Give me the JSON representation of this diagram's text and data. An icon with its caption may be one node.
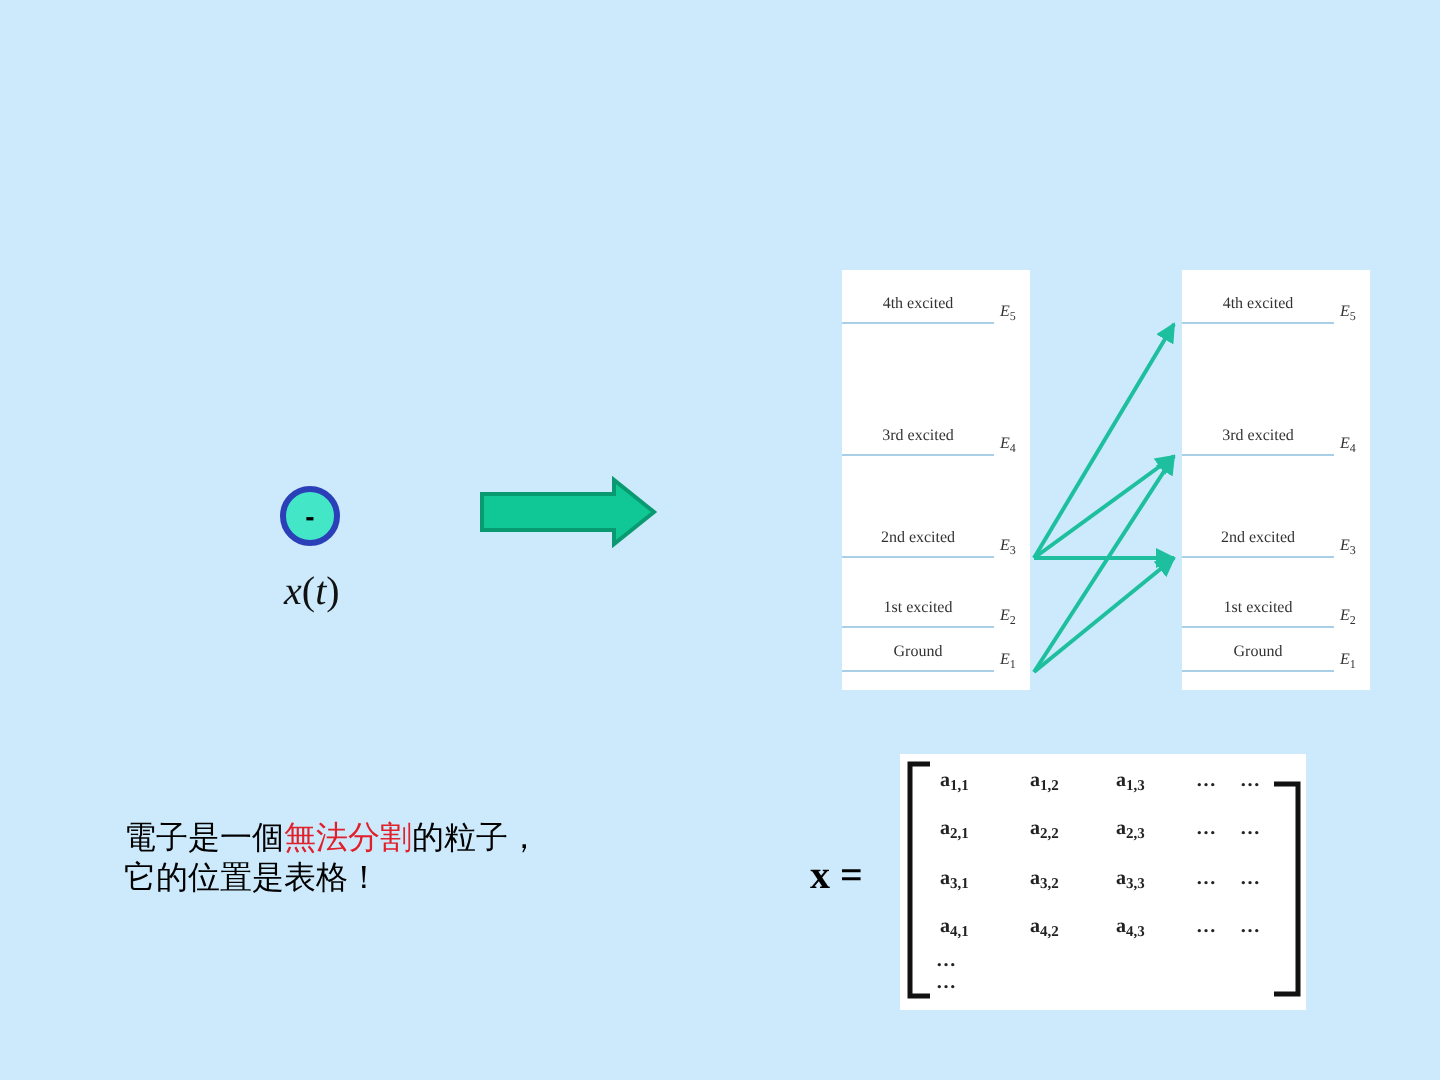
{
  "diagram": {
    "nodes": [
      {
        "text": [
          "-"
        ],
        "beside": [
          "*x*(*t*)"
        ]
      },
      {
        "text": [],
        "shape": "box"
      },
      {
        "text": [
          "4th excited"
        ],
        "beside": [
          "*E*$_{5}$"
        ],
        "in": 1
      },
      {
        "text": [
          "3rd excited"
        ],
        "beside": [
          "*E*$_{4}$"
        ],
        "in": 1
      },
      {
        "text": [
          "2nd excited"
        ],
        "beside": [
          "*E*$_{3}$"
        ],
        "in": 1
      },
      {
        "text": [
          "1st excited"
        ],
        "beside": [
          "*E*$_{2}$"
        ],
        "in": 1
      },
      {
        "text": [
          "Ground"
        ],
        "beside": [
          "*E*$_{1}$"
        ],
        "in": 1
      },
      {
        "text": [],
        "shape": "box"
      },
      {
        "text": [
          "4th excited"
        ],
        "beside": [
          "*E*$_{5}$"
        ],
        "in": 7
      },
      {
        "text": [
          "3rd excited"
        ],
        "beside": [
          "*E*$_{4}$"
        ],
        "in": 7
      },
      {
        "text": [
          "2nd excited"
        ],
        "beside": [
          "*E*$_{3}$"
        ],
        "in": 7
      },
      {
        "text": [
          "1st excited"
        ],
        "beside": [
          "*E*$_{2}$"
        ],
        "in": 7
      },
      {
        "text": [
          "Ground"
        ],
        "beside": [
          "*E*$_{1}$"
        ],
        "in": 7
      }
    ],
    "edges": [
      {
        "from": 4,
        "to": 8,
        "arrow": "to"
      },
      {
        "from": 4,
        "to": 9,
        "arrow": "to"
      },
      {
        "from": 4,
        "to": 10,
        "arrow": "to"
      },
      {
        "from": 6,
        "to": 9,
        "arrow": "to"
      },
      {
        "from": 6,
        "to": 10,
        "arrow": "to"
      }
    ],
    "labels": [
      "電子是一個**無法分割**的粒子，它的位置是表格！",
      "x =",
      "a$_{1,1}$",
      "a$_{1,2}$",
      "a$_{1,3}$",
      "…",
      "…",
      "a$_{2,1}$",
      "a$_{2,2}$",
      "a$_{2,3}$",
      "…",
      "…",
      "a$_{3,1}$",
      "a$_{3,2}$",
      "a$_{3,3}$",
      "…",
      "…",
      "a$_{4,1}$",
      "a$_{4,2}$",
      "a$_{4,3}$",
      "…",
      "…",
      "…",
      "…"
    ]
  }
}
